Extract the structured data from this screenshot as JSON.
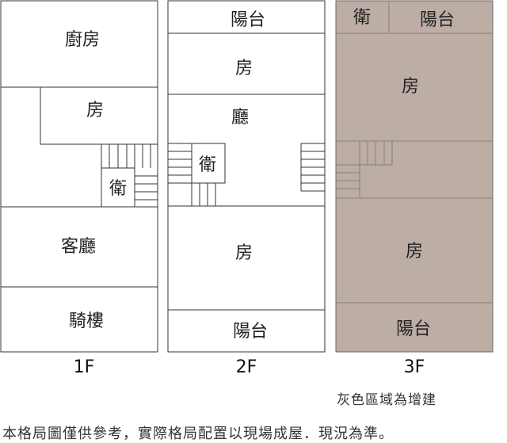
{
  "floors": {
    "f1": {
      "label": "1F",
      "rooms": {
        "kitchen": "廚房",
        "bedroom": "房",
        "bathroom": "衛",
        "living": "客廳",
        "arcade": "騎樓"
      }
    },
    "f2": {
      "label": "2F",
      "rooms": {
        "balcony_top": "陽台",
        "bedroom_top": "房",
        "hall": "廳",
        "bathroom": "衛",
        "bedroom_bottom": "房",
        "balcony_bottom": "陽台"
      }
    },
    "f3": {
      "label": "3F",
      "rooms": {
        "bathroom": "衛",
        "balcony_top": "陽台",
        "bedroom_top": "房",
        "bedroom_bottom": "房",
        "balcony_bottom": "陽台"
      }
    }
  },
  "legend": "灰色區域為增建",
  "disclaimer": "本格局圖僅供參考，實際格局配置以現場成屋．現況為準。",
  "colors": {
    "wall": "#333333",
    "addition_fill": "#bcaea5",
    "addition_line": "#8a7e76"
  }
}
